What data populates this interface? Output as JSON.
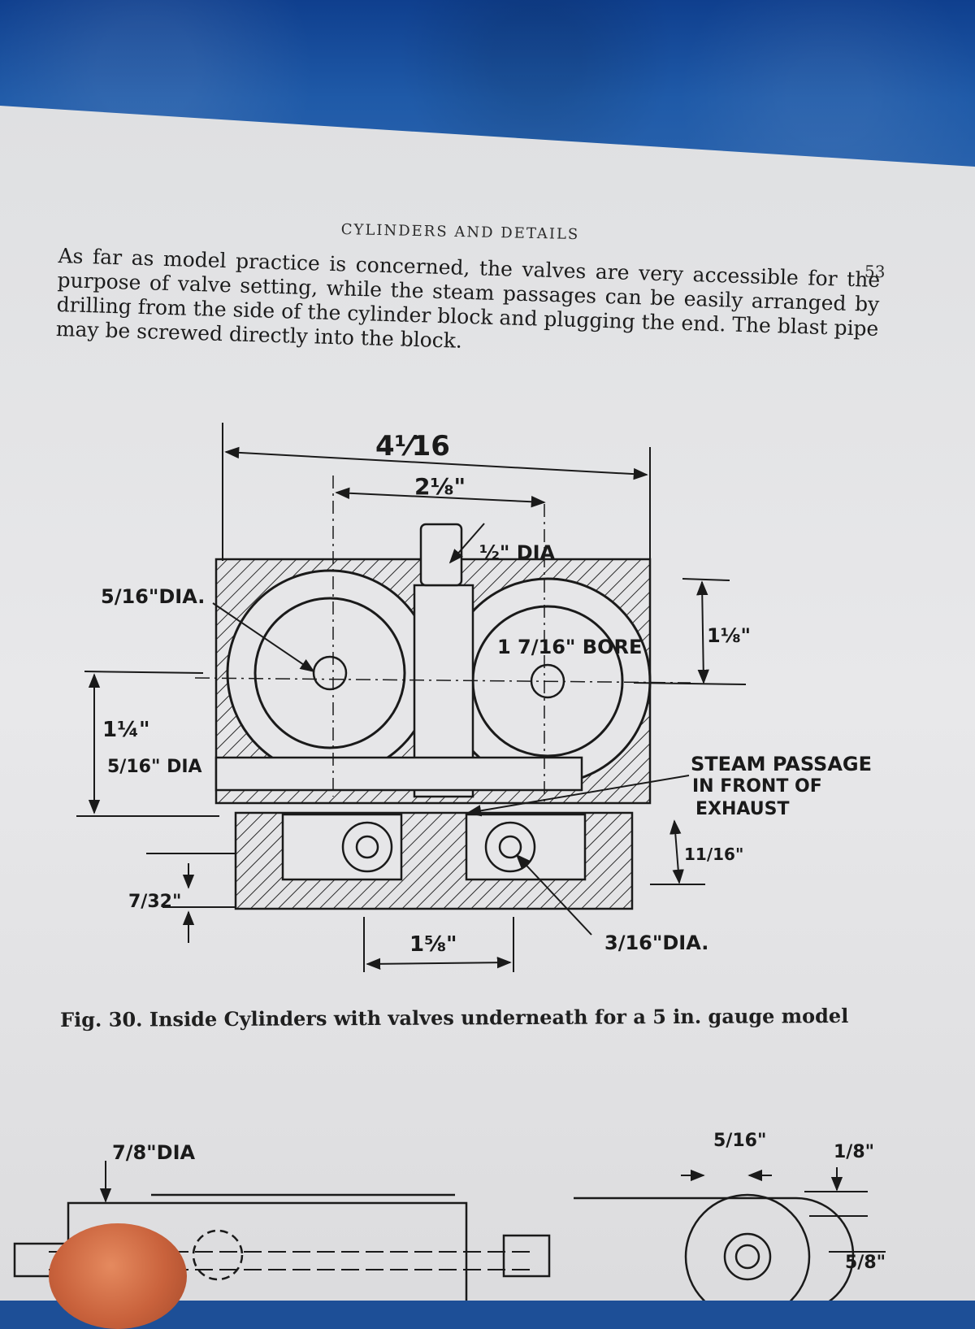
{
  "page": {
    "running_head": "CYLINDERS AND DETAILS",
    "page_number": "53",
    "paragraph": "As far as model practice is concerned, the valves are very accessible for the purpose of valve setting, while the steam passages can be easily arranged by drilling from the side of the cylinder block and plugging the end. The blast pipe may be screwed directly into the block.",
    "caption": "Fig. 30. Inside Cylinders with valves underneath for a 5 in. gauge model"
  },
  "drawing": {
    "dim_overall_width": "4⅟16",
    "dim_centres": "2⅛\"",
    "dim_blast_pipe": "½\" DIA",
    "dim_centre_hole_left": "5/16\"DIA.",
    "dim_bore": "1 7/16\" BORE",
    "dim_top_height": "1⅛\"",
    "dim_left_height": "1¼\"",
    "dim_passage_dia": "5/16\" DIA",
    "note_steam_passage": [
      "STEAM PASSAGE",
      "IN FRONT OF",
      "EXHAUST"
    ],
    "dim_chest_height": "11/16\"",
    "dim_chest_wall": "7/32\"",
    "dim_valve_centres": "1⅝\"",
    "dim_valve_hole": "3/16\"DIA.",
    "dim_second_dia": "7/8\"DIA",
    "dim_second_width": "5/16\"",
    "dim_second_top": "1/8\"",
    "dim_second_right": "5/8\""
  }
}
